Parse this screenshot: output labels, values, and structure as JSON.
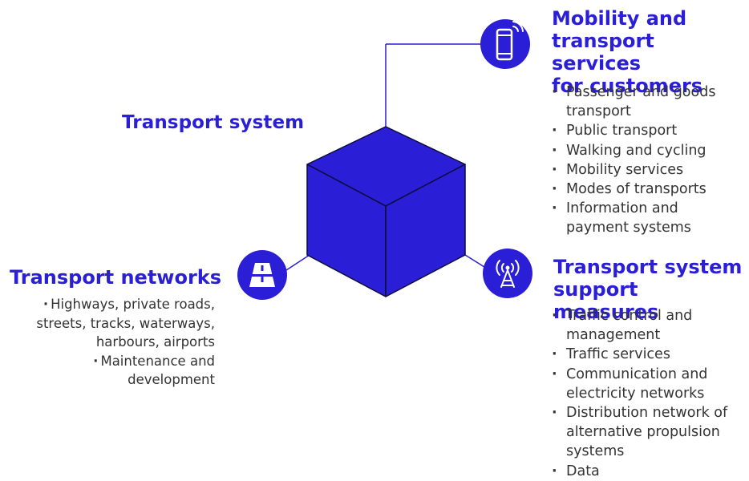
{
  "colors": {
    "accent": "#2a1fd6",
    "cube_dark": "#0d0b3a",
    "text": "#333333"
  },
  "diagram": {
    "center_label": "Transport system",
    "mobility": {
      "icon": "smartphone-icon",
      "title_lines": [
        "Mobility and",
        "transport services",
        "for customers"
      ],
      "items": [
        [
          "Passenger and goods",
          "transport"
        ],
        [
          "Public transport"
        ],
        [
          "Walking and cycling"
        ],
        [
          "Mobility services"
        ],
        [
          "Modes of transports"
        ],
        [
          "Information and",
          "payment systems"
        ]
      ]
    },
    "networks": {
      "icon": "road-icon",
      "title": "Transport networks",
      "items": [
        [
          "Highways, private roads,",
          "streets, tracks, waterways,",
          "harbours, airports"
        ],
        [
          "Maintenance and",
          "development"
        ]
      ]
    },
    "support": {
      "icon": "radio-tower-icon",
      "title_lines": [
        "Transport system",
        "support measures"
      ],
      "items": [
        [
          "Traffic control and",
          "management"
        ],
        [
          "Traffic services"
        ],
        [
          "Communication and",
          "electricity networks"
        ],
        [
          "Distribution network of",
          "alternative propulsion",
          "systems"
        ],
        [
          "Data"
        ]
      ]
    }
  }
}
